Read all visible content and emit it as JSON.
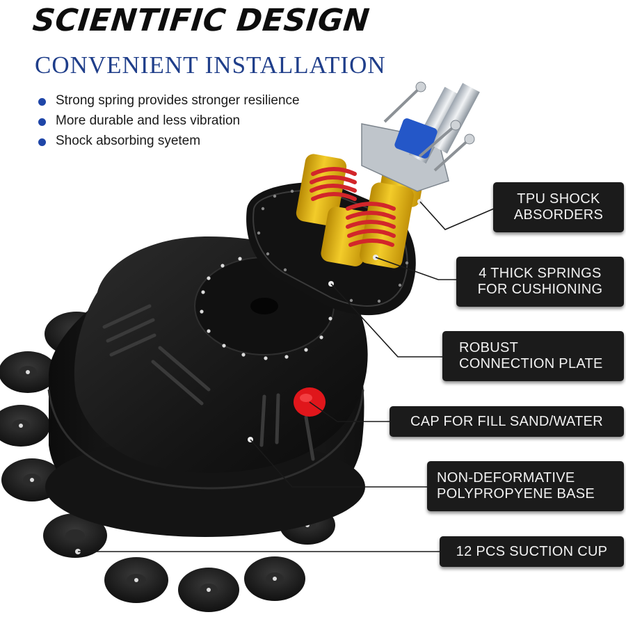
{
  "header": {
    "title": "SCIENTIFIC DESIGN",
    "subtitle": "CONVENIENT INSTALLATION"
  },
  "features": [
    "Strong spring provides stronger resilience",
    "More durable and less vibration",
    "Shock absorbing syetem"
  ],
  "callouts": {
    "tpu": [
      "TPU SHOCK",
      "ABSORDERS"
    ],
    "springs": [
      "4 THICK SPRINGS",
      "FOR CUSHIONING"
    ],
    "plate": [
      "ROBUST",
      "CONNECTION PLATE"
    ],
    "cap": [
      "CAP FOR FILL SAND/WATER"
    ],
    "base": [
      "NON-DEFORMATIVE",
      "POLYPROPYENE BASE"
    ],
    "suction": [
      "12 PCS SUCTION CUP"
    ]
  },
  "colors": {
    "title": "#0d0d0d",
    "subtitle": "#1f3e8a",
    "bullet": "#1f46a8",
    "callout_bg": "#1b1b1b",
    "cap_red": "#e0161b",
    "spring_red": "#d2262a",
    "absorber_yellow": "#e8b90f",
    "mount_blue": "#2457c8"
  }
}
